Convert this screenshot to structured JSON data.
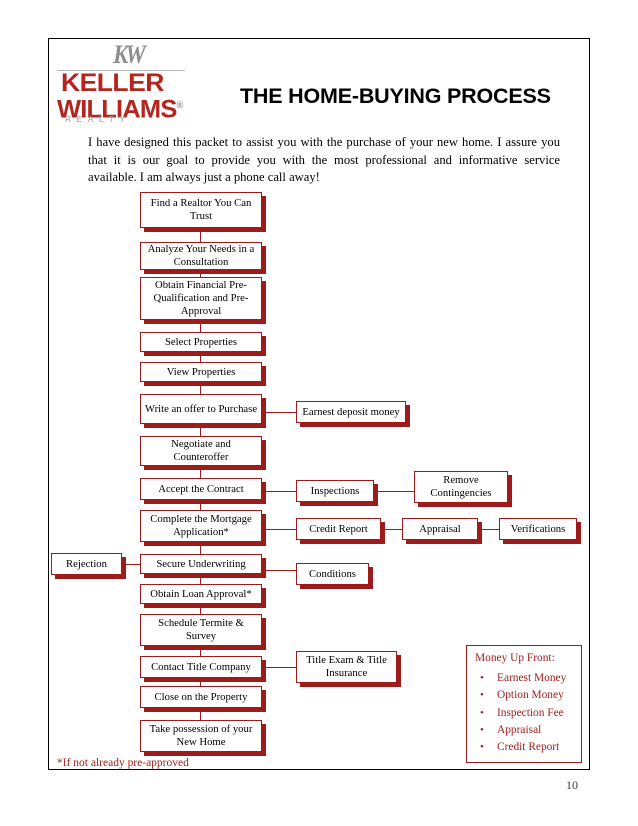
{
  "document": {
    "title": "THE HOME-BUYING PROCESS",
    "page_number": "10",
    "footnote": "*If not already pre-approved",
    "intro": "I have designed this packet to assist you with the purchase of your new home.  I assure you that it is our goal to provide you with the most professional and informative service available.  I am always just a phone call away!"
  },
  "logo": {
    "monogram": "KW",
    "line1": "KELLER",
    "line2": "WILLIAMS",
    "registered": "®",
    "tagline": "REALTY"
  },
  "colors": {
    "brand_red": "#9e1b1b",
    "logo_red": "#b52520",
    "tagline_gray": "#9a9a9a",
    "page_border": "#000000"
  },
  "flow": {
    "main_steps": [
      {
        "id": "find-realtor",
        "label": "Find a Realtor You Can Trust"
      },
      {
        "id": "analyze-needs",
        "label": "Analyze Your Needs in a Consultation"
      },
      {
        "id": "obtain-financial",
        "label": "Obtain Financial Pre-Qualification and Pre-Approval"
      },
      {
        "id": "select-properties",
        "label": "Select Properties"
      },
      {
        "id": "view-properties",
        "label": "View Properties"
      },
      {
        "id": "write-offer",
        "label": "Write an offer to Purchase"
      },
      {
        "id": "negotiate",
        "label": "Negotiate and Counteroffer"
      },
      {
        "id": "accept-contract",
        "label": "Accept the Contract"
      },
      {
        "id": "mortgage-application",
        "label": "Complete the Mortgage Application*"
      },
      {
        "id": "secure-underwriting",
        "label": "Secure Underwriting"
      },
      {
        "id": "loan-approval",
        "label": "Obtain Loan Approval*"
      },
      {
        "id": "schedule-termite",
        "label": "Schedule Termite & Survey"
      },
      {
        "id": "contact-title",
        "label": "Contact Title Company"
      },
      {
        "id": "close-property",
        "label": "Close on the Property"
      },
      {
        "id": "take-possession",
        "label": "Take possession of your New Home"
      }
    ],
    "branch_steps": [
      {
        "id": "earnest-deposit",
        "label": "Earnest deposit money"
      },
      {
        "id": "inspections",
        "label": "Inspections"
      },
      {
        "id": "remove-contingencies",
        "label": "Remove Contingencies"
      },
      {
        "id": "credit-report",
        "label": "Credit Report"
      },
      {
        "id": "appraisal",
        "label": "Appraisal"
      },
      {
        "id": "verifications",
        "label": "Verifications"
      },
      {
        "id": "rejection",
        "label": "Rejection"
      },
      {
        "id": "conditions",
        "label": "Conditions"
      },
      {
        "id": "title-exam",
        "label": "Title Exam & Title Insurance"
      }
    ]
  },
  "money_up_front": {
    "title": "Money Up Front:",
    "items": [
      "Earnest Money",
      "Option Money",
      "Inspection Fee",
      "Appraisal",
      "Credit Report"
    ]
  }
}
